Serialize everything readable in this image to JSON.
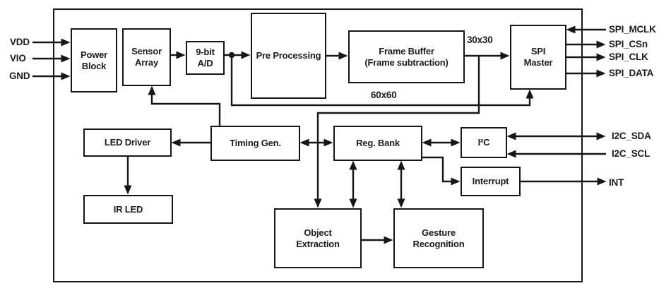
{
  "blocks": {
    "power": {
      "label": "Power\nBlock"
    },
    "sensor": {
      "label": "Sensor\nArray"
    },
    "adc": {
      "label": "9-bit\nA/D"
    },
    "preprocessing": {
      "label": "Pre Processing"
    },
    "frame_buffer": {
      "label": "Frame Buffer\n(Frame subtraction)"
    },
    "spi_master": {
      "label": "SPI\nMaster"
    },
    "led_driver": {
      "label": "LED Driver"
    },
    "timing_gen": {
      "label": "Timing Gen."
    },
    "reg_bank": {
      "label": "Reg. Bank"
    },
    "i2c": {
      "label": "I²C"
    },
    "interrupt": {
      "label": "Interrupt"
    },
    "ir_led": {
      "label": "IR LED"
    },
    "object_extraction": {
      "label": "Object\nExtraction"
    },
    "gesture_recognition": {
      "label": "Gesture\nRecognition"
    }
  },
  "pins": {
    "left": [
      {
        "label": "VDD"
      },
      {
        "label": "VIO"
      },
      {
        "label": "GND"
      }
    ],
    "right": [
      {
        "label": "SPI_MCLK"
      },
      {
        "label": "SPI_CSn"
      },
      {
        "label": "SPI_CLK"
      },
      {
        "label": "SPI_DATA"
      },
      {
        "label": "I2C_SDA"
      },
      {
        "label": "I2C_SCL"
      },
      {
        "label": "INT"
      }
    ]
  },
  "annotations": {
    "frame_30x30": "30x30",
    "frame_60x60": "60x60"
  },
  "colors": {
    "line": "#161616",
    "text": "#1c1c1c",
    "background": "#ffffff"
  }
}
